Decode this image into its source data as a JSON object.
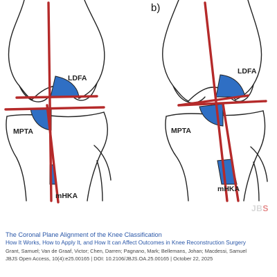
{
  "panel_b_label": "b)",
  "labels": {
    "ldfa": "LDFA",
    "mpta": "MPTA",
    "mhka": "mHKA"
  },
  "caption": {
    "title": "The Coronal Plane Alignment of the Knee Classification",
    "subtitle": "How It Works, How to Apply It, and How It can Affect Outcomes in Knee Reconstruction Surgery",
    "authors": "Grant, Samuel; Van de Graaf, Victor; Chen, Darren; Pagnano, Mark; Bellemans, Johan; Macdessi, Samuel",
    "citation": "JBJS Open Access, 10(4):e25.00165 | DOI: 10.2106/JBJS.OA.25.00165 | October 22, 2025"
  },
  "watermark": {
    "prefix": "JB",
    "suffix": "S"
  },
  "colors": {
    "axis_line": "#b52a2a",
    "angle_fill": "#2f6fc4",
    "bone_outline": "#222222",
    "caption_blue": "#2a57a8"
  }
}
